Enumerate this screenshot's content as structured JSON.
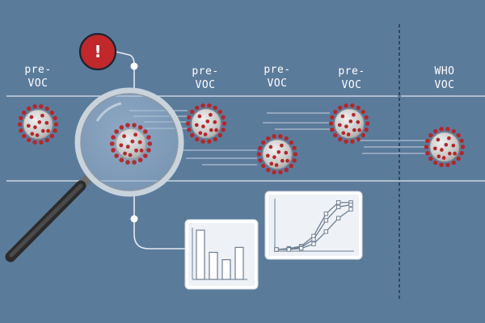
{
  "labels": [
    {
      "line1": "pre-",
      "line2": "VOC"
    },
    {
      "line1": "pre-",
      "line2": "VOC"
    },
    {
      "line1": "pre-",
      "line2": "VOC"
    },
    {
      "line1": "pre-",
      "line2": "VOC"
    },
    {
      "line1": "WHO",
      "line2": "VOC"
    }
  ],
  "alert": {
    "symbol": "!",
    "color": "#c0282c"
  },
  "colors": {
    "background": "#5b7b9b",
    "virus_body": "#c9c9c9",
    "virus_spike": "#b3262a",
    "panel": "#eef1f6"
  },
  "bar_panel": {
    "values": [
      4,
      2.2,
      1.6,
      2.6
    ]
  },
  "line_panel": {
    "series": [
      {
        "values": [
          0,
          0.1,
          0.3,
          1.2,
          3.2,
          4.2,
          4.2
        ]
      },
      {
        "values": [
          0,
          0.05,
          0.2,
          0.9,
          2.6,
          3.8,
          4.0
        ]
      },
      {
        "values": [
          0,
          0.0,
          0.1,
          0.5,
          1.6,
          2.8,
          3.6
        ]
      }
    ]
  }
}
